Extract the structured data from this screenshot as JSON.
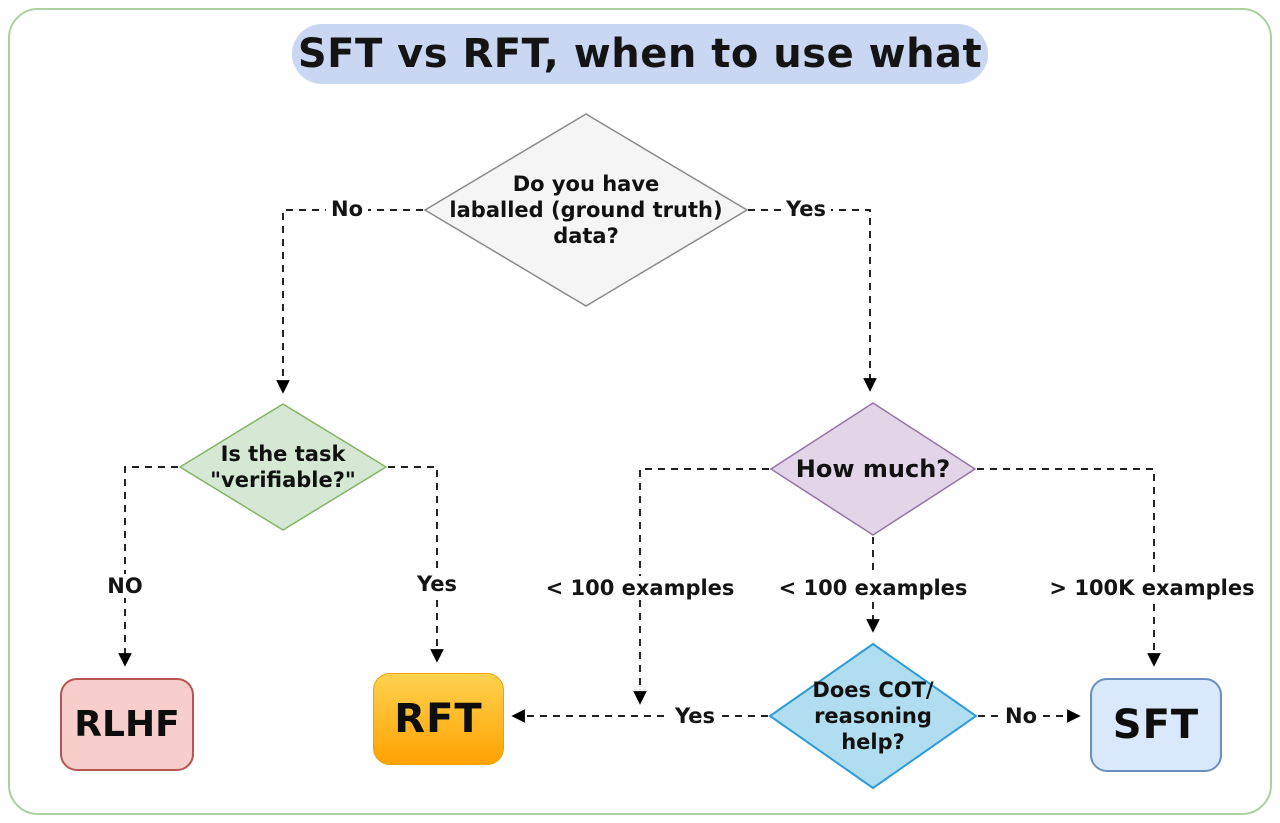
{
  "title": "SFT vs RFT, when to use what",
  "frame": {
    "border_color": "#aecfa0",
    "title_bg": "#c9d7f2"
  },
  "nodes": {
    "root": {
      "label": "Do you have\nlaballed (ground truth)\ndata?",
      "fill": "#f5f5f5",
      "stroke": "#8a8a8a"
    },
    "verifiable": {
      "label": "Is the task\n\"verifiable?\"",
      "fill": "#d5e8d4",
      "stroke": "#82b366"
    },
    "how_much": {
      "label": "How much?",
      "fill": "#e1d5e7",
      "stroke": "#9673a6"
    },
    "cot": {
      "label": "Does COT/\nreasoning\nhelp?",
      "fill": "#b1ddf0",
      "stroke": "#2e9bd6"
    },
    "rlhf": {
      "label": "RLHF",
      "fill": "#f8cecc",
      "stroke": "#b85450"
    },
    "rft": {
      "label": "RFT",
      "fill_top": "#ffd24f",
      "fill_bottom": "#ffa200"
    },
    "sft": {
      "label": "SFT",
      "fill": "#dae8fc",
      "stroke": "#6c8ebf"
    }
  },
  "edges": {
    "root_no": "No",
    "root_yes": "Yes",
    "verifiable_no": "NO",
    "verifiable_yes": "Yes",
    "how_much_small_left": "< 100 examples",
    "how_much_small_mid": "< 100 examples",
    "how_much_large": "> 100K examples",
    "cot_yes": "Yes",
    "cot_no": "No"
  }
}
